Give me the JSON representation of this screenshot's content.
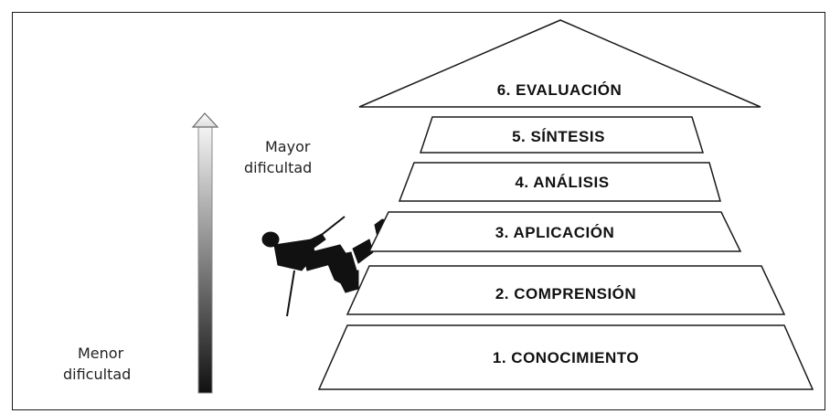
{
  "diagram": {
    "levels": [
      {
        "label": "1. CONOCIMIENTO"
      },
      {
        "label": "2. COMPRENSIÓN"
      },
      {
        "label": "3. APLICACIÓN"
      },
      {
        "label": "4. ANÁLISIS"
      },
      {
        "label": "5. SÍNTESIS"
      },
      {
        "label": "6. EVALUACIÓN"
      }
    ],
    "axis": {
      "top_label_line1": "Mayor",
      "top_label_line2": "dificultad",
      "bottom_label_line1": "Menor",
      "bottom_label_line2": "dificultad"
    }
  },
  "colors": {
    "stroke": "#1a1a1a",
    "fill": "#ffffff",
    "gradient_top": "#f2f2f2",
    "gradient_bottom": "#111111",
    "silhouette": "#111111"
  }
}
